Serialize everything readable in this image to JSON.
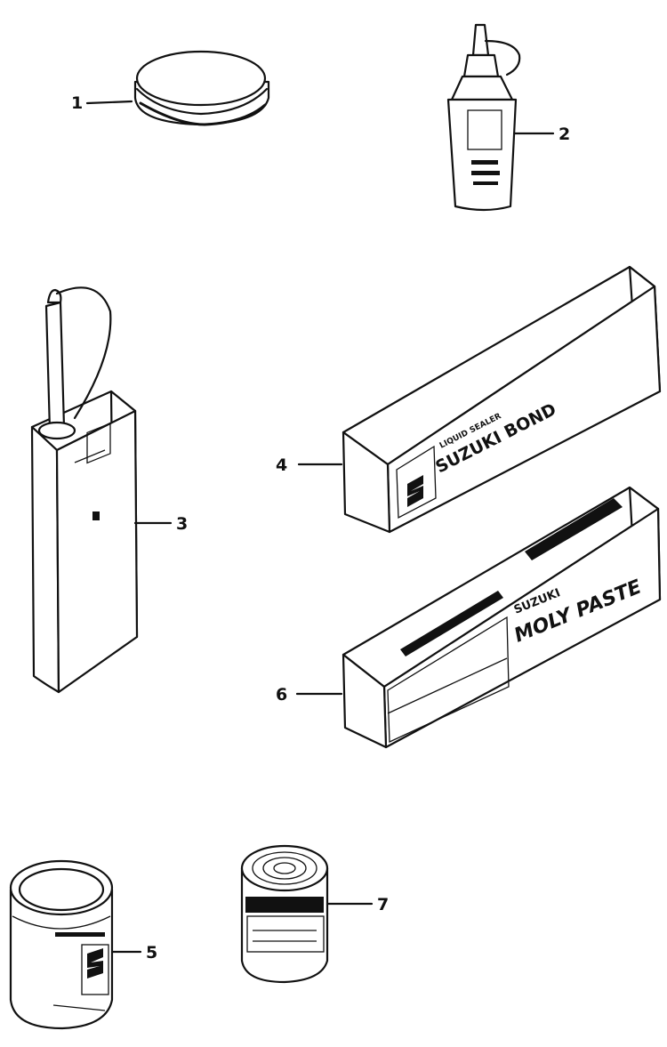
{
  "figure": {
    "callouts": {
      "grease_tin": "1",
      "oil_bottle": "2",
      "bond_can": "3",
      "bond_box": "4",
      "small_can": "5",
      "paste_box": "6",
      "thread_can": "7"
    },
    "package_text": {
      "bond_box_brand": "SUZUKI BOND",
      "bond_box_sub": "LIQUID SEALER",
      "paste_box_brand": "SUZUKI",
      "paste_box_product": "MOLY PASTE"
    }
  }
}
